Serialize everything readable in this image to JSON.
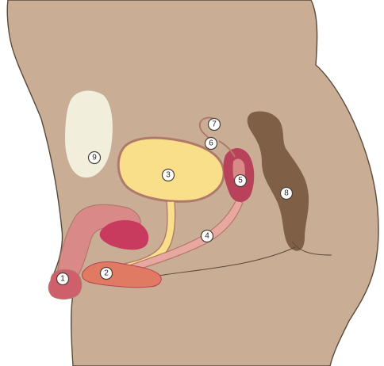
{
  "markers": [
    "1",
    "2",
    "3",
    "4",
    "5",
    "6",
    "7",
    "8",
    "9"
  ],
  "colors": {
    "skin": "#c9ae95",
    "outline": "#5b4a3c",
    "bladder": "#f9df8a",
    "bladder_outline": "#b07a6a",
    "penis": "#d98a88",
    "glans": "#cf5f6a",
    "prostate_pink": "#c93b5e",
    "rectum": "#7f5f46",
    "pubic_bone": "#f1efdb",
    "scrotum": "#e07a62",
    "seminal_vesicle": "#b8425a",
    "vas_deferens": "#e8a8a0"
  }
}
